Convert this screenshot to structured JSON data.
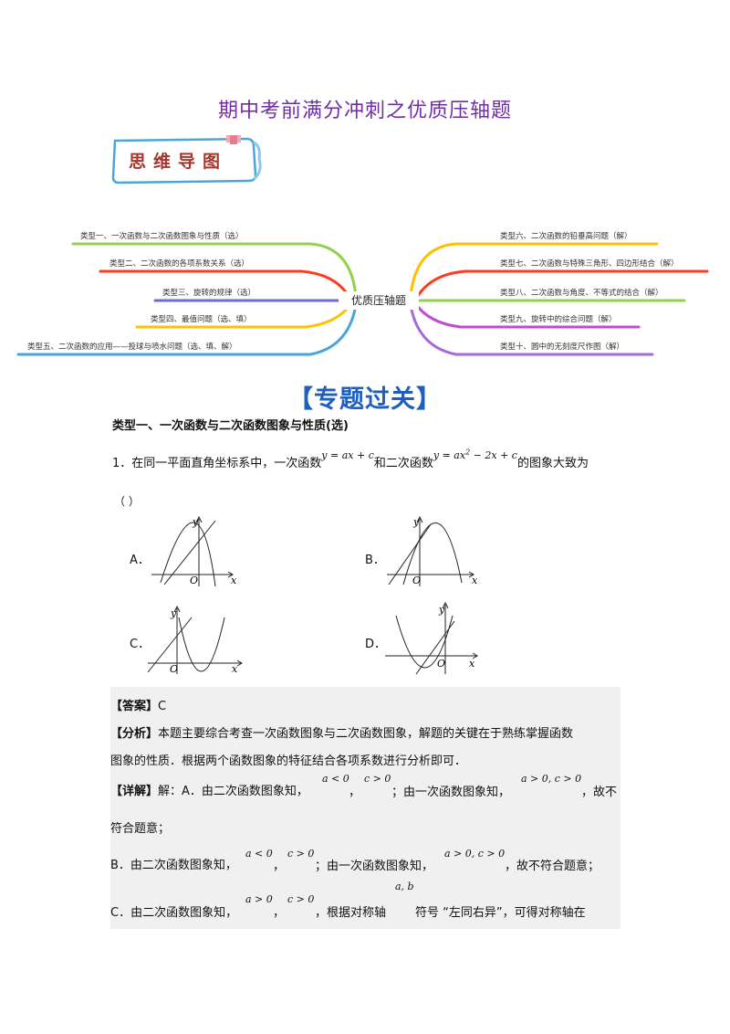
{
  "title": "期中考前满分冲刺之优质压轴题",
  "badge": {
    "text": "思维导图"
  },
  "mindmap": {
    "center": "优质压轴题",
    "left": [
      "类型一、一次函数与二次函数图象与性质（选）",
      "类型二、二次函数的各项系数关系（选）",
      "类型三、旋转的规律（选）",
      "类型四、最值问题（选、填）",
      "类型五、二次函数的应用——投球与喷水问题（选、填、解）"
    ],
    "right": [
      "类型六、二次函数的铅垂高问题（解）",
      "类型七、二次函数与特殊三角形、四边形结合（解）",
      "类型八、二次函数与角度、不等式的结合（解）",
      "类型九、旋转中的综合问题（解）",
      "类型十、圆中的无刻度尺作图（解）"
    ],
    "colors": {
      "left": [
        "#92d050",
        "#ff3b1f",
        "#6b6bd6",
        "#ffc000",
        "#4aa3df"
      ],
      "right": [
        "#ffc000",
        "#ff3b1f",
        "#92d050",
        "#c04ad0",
        "#a36bd6"
      ]
    }
  },
  "section_title": "【专题过关】",
  "type_heading": "类型一、一次函数与二次函数图象与性质(选)",
  "question": {
    "number": "1．",
    "text_before": "在同一平面直角坐标系中，一次函数",
    "linear": "y = ax + c",
    "text_mid": "和二次函数",
    "quadratic": "y = ax",
    "quadratic_exp": "2",
    "quadratic_rest": " − 2x + c",
    "text_after": "的图象大致为",
    "paren": "（    ）"
  },
  "options": [
    {
      "label": "A．"
    },
    {
      "label": "B．"
    },
    {
      "label": "C．"
    },
    {
      "label": "D．"
    }
  ],
  "graph_labels": {
    "x": "x",
    "y": "y",
    "origin": "O"
  },
  "answer": {
    "answer_tag": "【答案】",
    "answer_value": "C",
    "analysis_tag": "【分析】",
    "analysis_1": "本题主要综合考查一次函数图象与二次函数图象，解题的关键在于熟练掌握函数",
    "analysis_2": "图象的性质．根据两个函数图象的特征结合各项系数进行分析即可．",
    "detail_tag": "【详解】",
    "detail_a_1": "解：A．由二次函数图象知，",
    "a_lt0": "a < 0",
    "c_gt0": "c > 0",
    "sep1": "，",
    "sep2": "；由一次函数图象知，",
    "a_c_gt0": "a > 0, c > 0",
    "detail_a_end": "，故不",
    "detail_a_2": "符合题意；",
    "detail_b_1": "B．由二次函数图象知，",
    "detail_b_end": "，故不符合题意；",
    "detail_c_1": "C．由二次函数图象知，",
    "a_gt0": "a > 0",
    "detail_c_mid": "，根据对称轴",
    "ab": "a, b",
    "detail_c_end": "符号 “左同右异”，可得对称轴在"
  }
}
